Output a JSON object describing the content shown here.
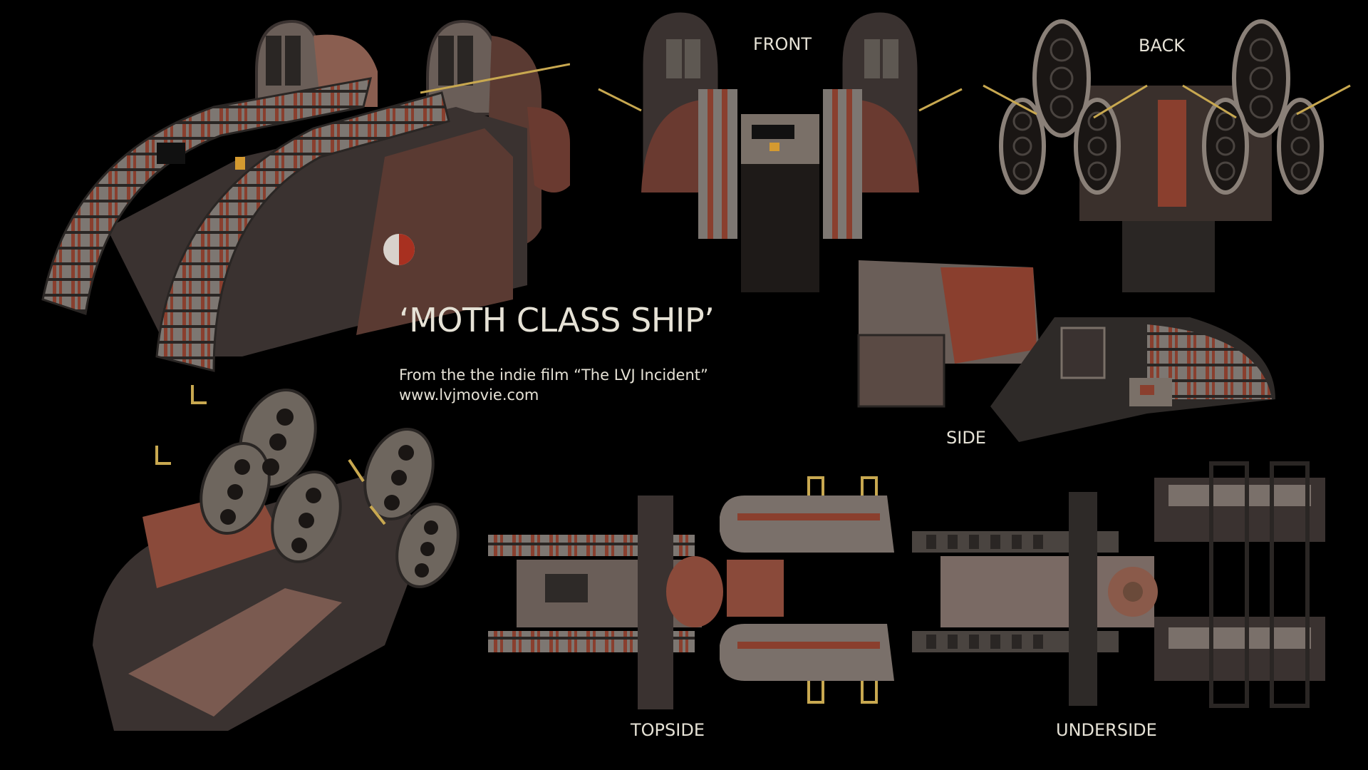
{
  "sheet": {
    "title": "‘MOTH CLASS SHIP’",
    "subtitle": "From the the indie film “The LVJ Incident”",
    "url": "www.lvjmovie.com"
  },
  "views": {
    "perspective_top": {
      "label": ""
    },
    "perspective_rear": {
      "label": ""
    },
    "front": {
      "label": "FRONT"
    },
    "back": {
      "label": "BACK"
    },
    "side": {
      "label": "SIDE"
    },
    "topside": {
      "label": "TOPSIDE"
    },
    "underside": {
      "label": "UNDERSIDE"
    }
  },
  "colors": {
    "background": "#000000",
    "text": "#e6e2d6",
    "hull_grey": "#7a7670",
    "hull_dark": "#2e2a28",
    "rust_red": "#8a3f2e",
    "brass": "#c8a850"
  }
}
